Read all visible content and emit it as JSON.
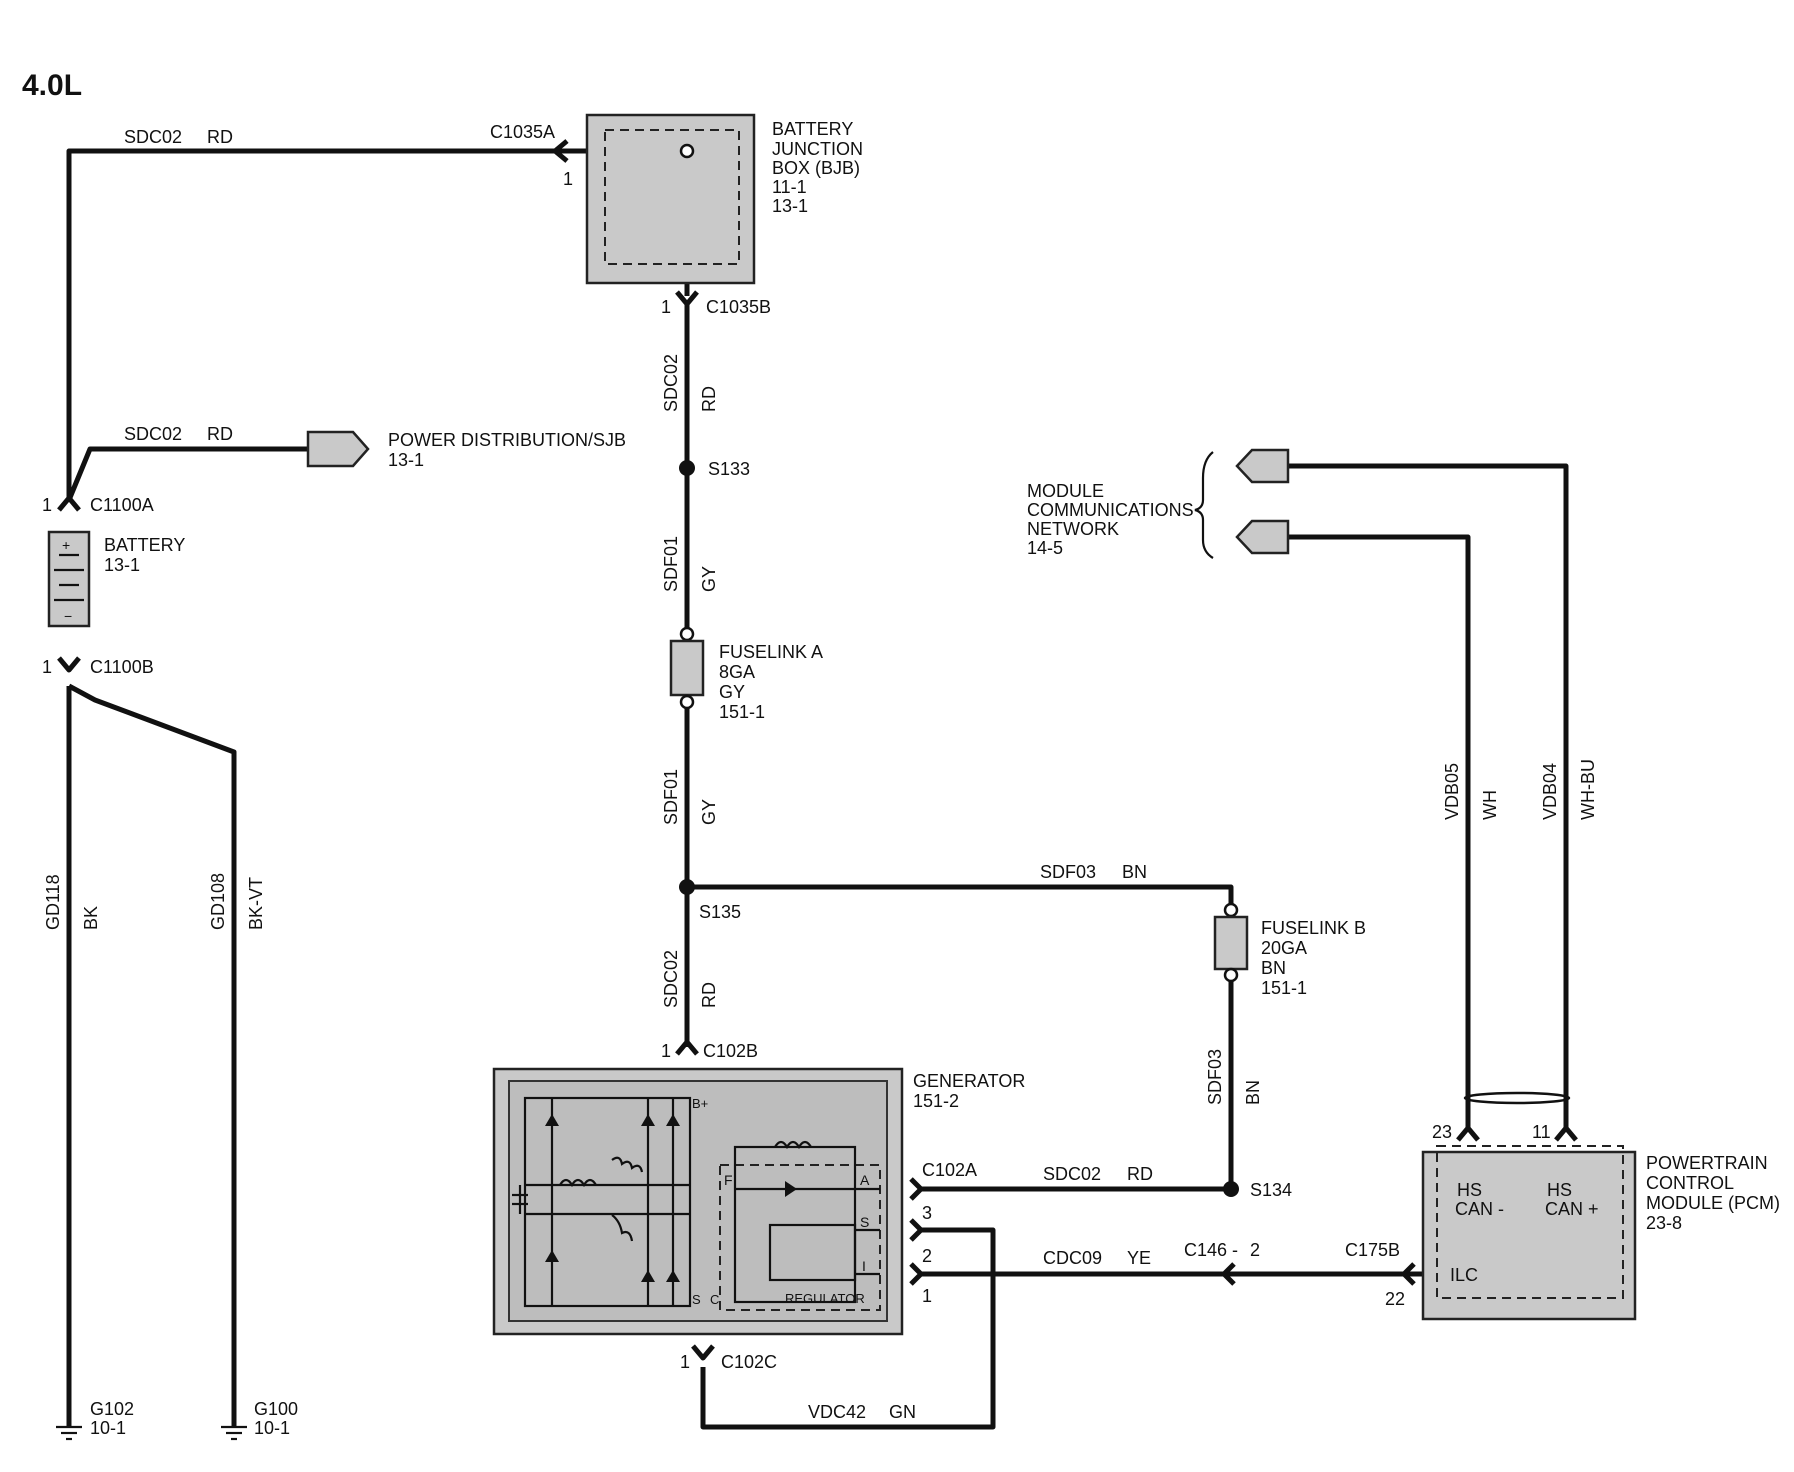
{
  "engine": "4.0L",
  "bjb": {
    "l1": "BATTERY",
    "l2": "JUNCTION",
    "l3": "BOX (BJB)",
    "p1": "11-1",
    "p2": "13-1"
  },
  "battery": {
    "name": "BATTERY",
    "page": "13-1"
  },
  "pdist": {
    "name": "POWER DISTRIBUTION/SJB",
    "page": "13-1"
  },
  "mcn": {
    "l1": "MODULE",
    "l2": "COMMUNICATIONS",
    "l3": "NETWORK",
    "page": "14-5"
  },
  "fuseA": {
    "name": "FUSELINK A",
    "ga": "8GA",
    "color": "GY",
    "page": "151-1"
  },
  "fuseB": {
    "name": "FUSELINK B",
    "ga": "20GA",
    "color": "BN",
    "page": "151-1"
  },
  "generator": {
    "name": "GENERATOR",
    "page": "151-2",
    "b_plus": "B+",
    "f": "F",
    "a": "A",
    "s": "S",
    "i": "I",
    "c": "C",
    "regulator": "REGULATOR"
  },
  "pcm": {
    "l1": "POWERTRAIN",
    "l2": "CONTROL",
    "l3": "MODULE (PCM)",
    "page": "23-8",
    "hs1": "HS",
    "can1": "CAN -",
    "hs2": "HS",
    "can2": "CAN +",
    "ilc": "ILC"
  },
  "conn": {
    "c1035a": "C1035A",
    "c1035b": "C1035B",
    "c1100a": "C1100A",
    "c1100b": "C1100B",
    "c102b": "C102B",
    "c102a": "C102A",
    "c102c": "C102C",
    "c146": "C146",
    "c175b": "C175B"
  },
  "pins": {
    "one": "1",
    "two": "2",
    "three": "3",
    "p22": "22",
    "p23": "23",
    "p11": "11",
    "c146pin": "2"
  },
  "splices": {
    "s133": "S133",
    "s135": "S135",
    "s134": "S134"
  },
  "grounds": {
    "g102": "G102",
    "g102p": "10-1",
    "g100": "G100",
    "g100p": "10-1"
  },
  "wires": {
    "sdc02": "SDC02",
    "rd": "RD",
    "sdf01": "SDF01",
    "gy": "GY",
    "sdf03": "SDF03",
    "bn": "BN",
    "gd118": "GD118",
    "bk": "BK",
    "gd108": "GD108",
    "bkvt": "BK-VT",
    "cdc09": "CDC09",
    "ye": "YE",
    "vdc42": "VDC42",
    "gn": "GN",
    "vdb05": "VDB05",
    "wh": "WH",
    "vdb04": "VDB04",
    "whbu": "WH-BU"
  }
}
